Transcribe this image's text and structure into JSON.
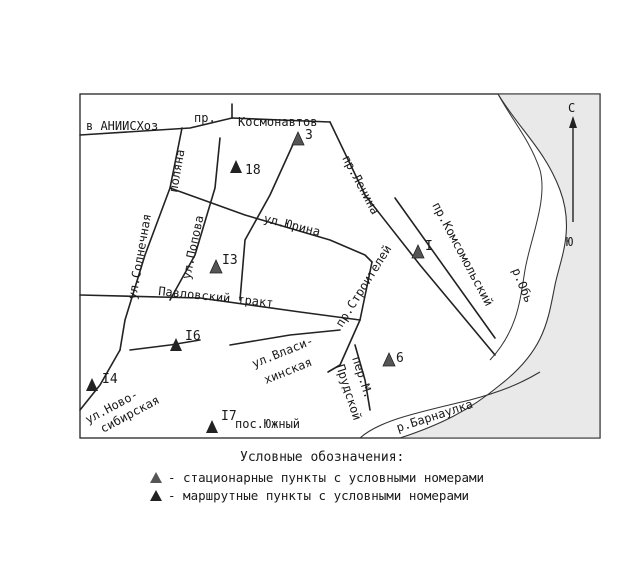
{
  "streets": {
    "kosmonavtov_a": "в АНИИСХоз",
    "kosmonavtov_b": "пр.",
    "kosmonavtov_c": "Космонавтов",
    "lenina": "пр.Ленина",
    "komsomolsky": "пр.Комсомольский",
    "yurina": "ул.Юрина",
    "solnechnaya_a": "ул.Солнечная",
    "solnechnaya_b": "поляна",
    "popova": "ул.Попова",
    "pavlovsky": "Павловский тракт",
    "stroiteley": "пр.Строителей",
    "vlasikhinskaya_a": "ул.Власи-",
    "vlasikhinskaya_b": "хинская",
    "prudskoy_a": "пер.М.",
    "prudskoy_b": "Прудской",
    "novosibirskaya_a": "ул.Ново-",
    "novosibirskaya_b": "сибирская",
    "ob": "р.Обь",
    "barnaulka": "р.Барнаулка",
    "yuzhny": "пос.Южный"
  },
  "compass": {
    "north": "С",
    "south": "Ю"
  },
  "points": [
    {
      "id": "p3",
      "label": "3",
      "kind": "stationary"
    },
    {
      "id": "p18",
      "label": "18",
      "kind": "route"
    },
    {
      "id": "p1",
      "label": "I",
      "kind": "stationary"
    },
    {
      "id": "p13",
      "label": "I3",
      "kind": "stationary"
    },
    {
      "id": "p16",
      "label": "I6",
      "kind": "route"
    },
    {
      "id": "p6",
      "label": "6",
      "kind": "stationary"
    },
    {
      "id": "p14",
      "label": "I4",
      "kind": "route"
    },
    {
      "id": "p17",
      "label": "I7",
      "kind": "route"
    }
  ],
  "legend": {
    "title": "Условные обозначения:",
    "stationary": "- стационарные пункты с условными номерами",
    "route": "- маршрутные пункты с условными номерами"
  },
  "colors": {
    "ink": "#1a1a1a",
    "stationary": "#555555",
    "route": "#222222"
  }
}
